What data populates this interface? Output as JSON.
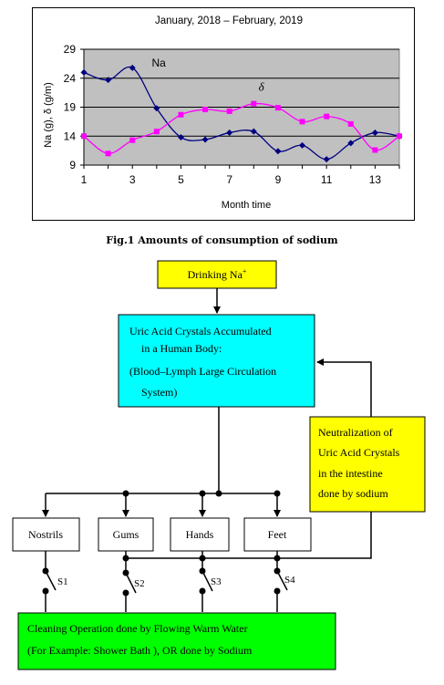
{
  "chart_data": {
    "type": "line",
    "title": "January, 2018 – February, 2019",
    "xlabel": "Month time",
    "ylabel": "Na (g), δ (g/m)",
    "xlim": [
      1,
      14
    ],
    "ylim": [
      9,
      29
    ],
    "xticks": [
      1,
      3,
      5,
      7,
      9,
      11,
      13
    ],
    "yticks": [
      9,
      14,
      19,
      24,
      29
    ],
    "grid": true,
    "x": [
      1,
      2,
      3,
      4,
      5,
      6,
      7,
      8,
      9,
      10,
      11,
      12,
      13,
      14
    ],
    "series": [
      {
        "name": "Na",
        "color": "#000080",
        "marker": "diamond",
        "values": [
          25.0,
          23.7,
          25.8,
          18.8,
          13.8,
          13.4,
          14.6,
          14.8,
          11.4,
          12.4,
          10.0,
          12.8,
          14.6,
          14.0
        ]
      },
      {
        "name": "δ",
        "color": "#ff00ff",
        "marker": "square",
        "values": [
          14.0,
          11.0,
          13.3,
          14.8,
          17.7,
          18.6,
          18.3,
          19.6,
          18.9,
          16.5,
          17.4,
          16.1,
          11.6,
          14.0
        ]
      }
    ],
    "series_label_positions": {
      "Na": [
        3.8,
        26.0
      ],
      "δ": [
        8.2,
        21.8
      ]
    }
  },
  "caption": "Fig.1 Amounts of consumption of sodium",
  "flow": {
    "drinking_na": "Drinking Na",
    "drinking_na_sup": "+",
    "uric_lines": [
      "Uric Acid Crystals Accumulated",
      "in a Human Body:",
      "(Blood–Lymph  Large  Circulation",
      "System)"
    ],
    "neutral_lines": [
      "Neutralization of",
      "Uric Acid Crystals",
      "in the intestine",
      "done by sodium"
    ],
    "organs": [
      "Nostrils",
      "Gums",
      "Hands",
      "Feet"
    ],
    "switches": [
      "S1",
      "S2",
      "S3",
      "S4"
    ],
    "cleaning_lines": [
      "Cleaning Operation done by Flowing Warm Water",
      "(For Example: Shower Bath ), OR done by Sodium"
    ],
    "colors": {
      "yellow": "#ffff00",
      "cyan": "#00ffff",
      "green": "#00ff00"
    }
  }
}
